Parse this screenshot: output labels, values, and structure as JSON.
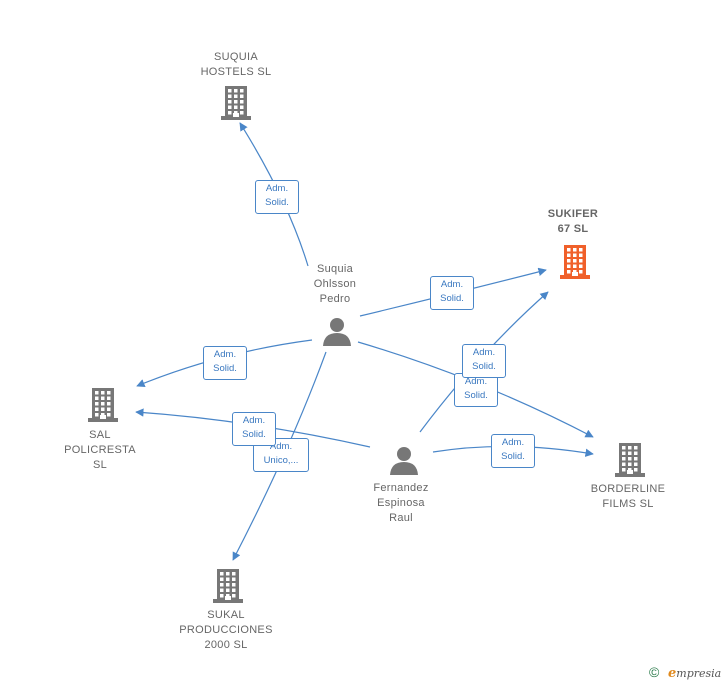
{
  "nodes": {
    "suquia_hostels": {
      "label": "SUQUIA\nHOSTELS  SL",
      "kind": "company",
      "color": "#777777"
    },
    "sukifer": {
      "label": "SUKIFER\n67  SL",
      "kind": "company",
      "color": "#f0602a"
    },
    "suquia_pedro": {
      "label": "Suquia\nOhlsson\nPedro",
      "kind": "person",
      "color": "#777777"
    },
    "sal_policresta": {
      "label": "SAL\nPOLICRESTA\nSL",
      "kind": "company",
      "color": "#777777"
    },
    "fernandez_raul": {
      "label": "Fernandez\nEspinosa\nRaul",
      "kind": "person",
      "color": "#777777"
    },
    "borderline": {
      "label": "BORDERLINE\nFILMS  SL",
      "kind": "company",
      "color": "#777777"
    },
    "sukal": {
      "label": "SUKAL\nPRODUCCIONES\n2000 SL",
      "kind": "company",
      "color": "#777777"
    }
  },
  "edges": [
    {
      "from": "suquia_pedro",
      "to": "suquia_hostels",
      "label": "Adm.\nSolid."
    },
    {
      "from": "suquia_pedro",
      "to": "sukifer",
      "label": "Adm.\nSolid."
    },
    {
      "from": "suquia_pedro",
      "to": "sal_policresta",
      "label": "Adm.\nSolid."
    },
    {
      "from": "suquia_pedro",
      "to": "borderline",
      "label": "Adm.\nSolid."
    },
    {
      "from": "suquia_pedro",
      "to": "sukal",
      "label": "Adm.\nUnico,..."
    },
    {
      "from": "fernandez_raul",
      "to": "sukifer",
      "label": "Adm.\nSolid."
    },
    {
      "from": "fernandez_raul",
      "to": "sal_policresta",
      "label": "Adm.\nSolid."
    },
    {
      "from": "fernandez_raul",
      "to": "borderline",
      "label": "Adm.\nSolid."
    }
  ],
  "colors": {
    "edge": "#4a86c8",
    "accent": "#f0602a",
    "icon": "#777777"
  },
  "footer": {
    "copyright": "©",
    "brand_initial": "e",
    "brand_rest": "mpresia"
  }
}
